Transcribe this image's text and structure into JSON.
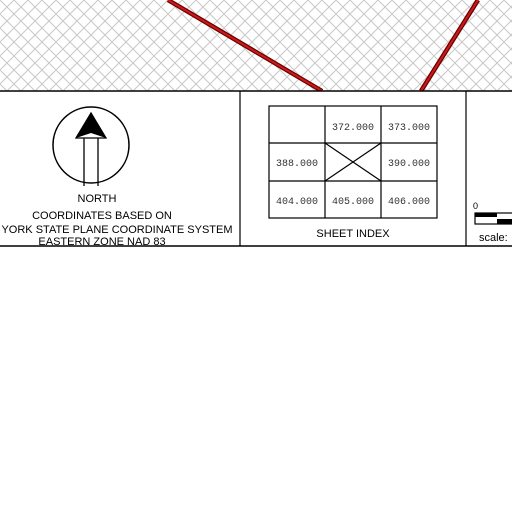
{
  "north_arrow": {
    "label": "NORTH"
  },
  "coordinates_note": {
    "line1": "COORDINATES BASED ON",
    "line2": "YORK STATE PLANE COORDINATE SYSTEM",
    "line3": "EASTERN ZONE NAD 83"
  },
  "sheet_index": {
    "title": "SHEET INDEX",
    "rows": [
      [
        "",
        "372.000",
        "373.000"
      ],
      [
        "388.000",
        "",
        "390.000"
      ],
      [
        "404.000",
        "405.000",
        "406.000"
      ]
    ],
    "current_cell": "row 2, column 2 (crossed)"
  },
  "scale_bar": {
    "zero_label": "0",
    "label": "scale:"
  },
  "colors": {
    "boundary_line": "#b01010",
    "hatch": "#c8c8c8",
    "frame": "#000000"
  }
}
